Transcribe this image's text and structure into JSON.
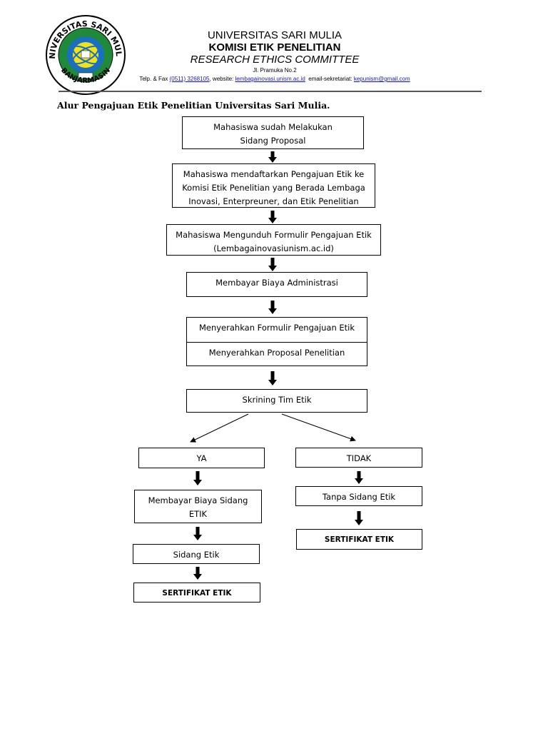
{
  "header": {
    "university": "UNIVERSITAS SARI MULIA",
    "committee": "KOMISI ETIK PENELITIAN",
    "committee_en": "RESEARCH ETHICS COMMITTEE",
    "address": "Jl. Pramuka No.2",
    "phone_label": "Telp. & Fax",
    "phone": "(0511) 3268105",
    "website_label": ", website:",
    "website": "lembagainovasi.unism.ac.id",
    "email_label": "email-sekretariat:",
    "email": "kepunism@gmail.com",
    "logo_text_top": "UNIVERSITAS SARI MULIA",
    "logo_text_bottom": "BANJARMASIN"
  },
  "title": "Alur Pengajuan Etik Penelitian Universitas Sari Mulia.",
  "flow": {
    "step1": "Mahasiswa sudah Melakukan Sidang Proposal",
    "step2": "Mahasiswa mendaftarkan Pengajuan Etik ke Komisi Etik Penelitian yang Berada  Lembaga Inovasi, Enterpreuner, dan Etik Penelitian",
    "step3": "Mahasiswa Mengunduh Formulir Pengajuan Etik (Lembagainovasiunism.ac.id)",
    "step4": "Membayar Biaya Administrasi",
    "step5": "Menyerahkan Formulir Pengajuan Etik",
    "step6": "Menyerahkan Proposal Penelitian",
    "step7": "Skrining Tim Etik",
    "yes": "YA",
    "no": "TIDAK",
    "yes1": "Membayar Biaya Sidang ETIK",
    "yes2": "Sidang Etik",
    "yes3": "SERTIFIKAT ETIK",
    "no1": "Tanpa Sidang Etik",
    "no2": "SERTIFIKAT ETIK"
  }
}
